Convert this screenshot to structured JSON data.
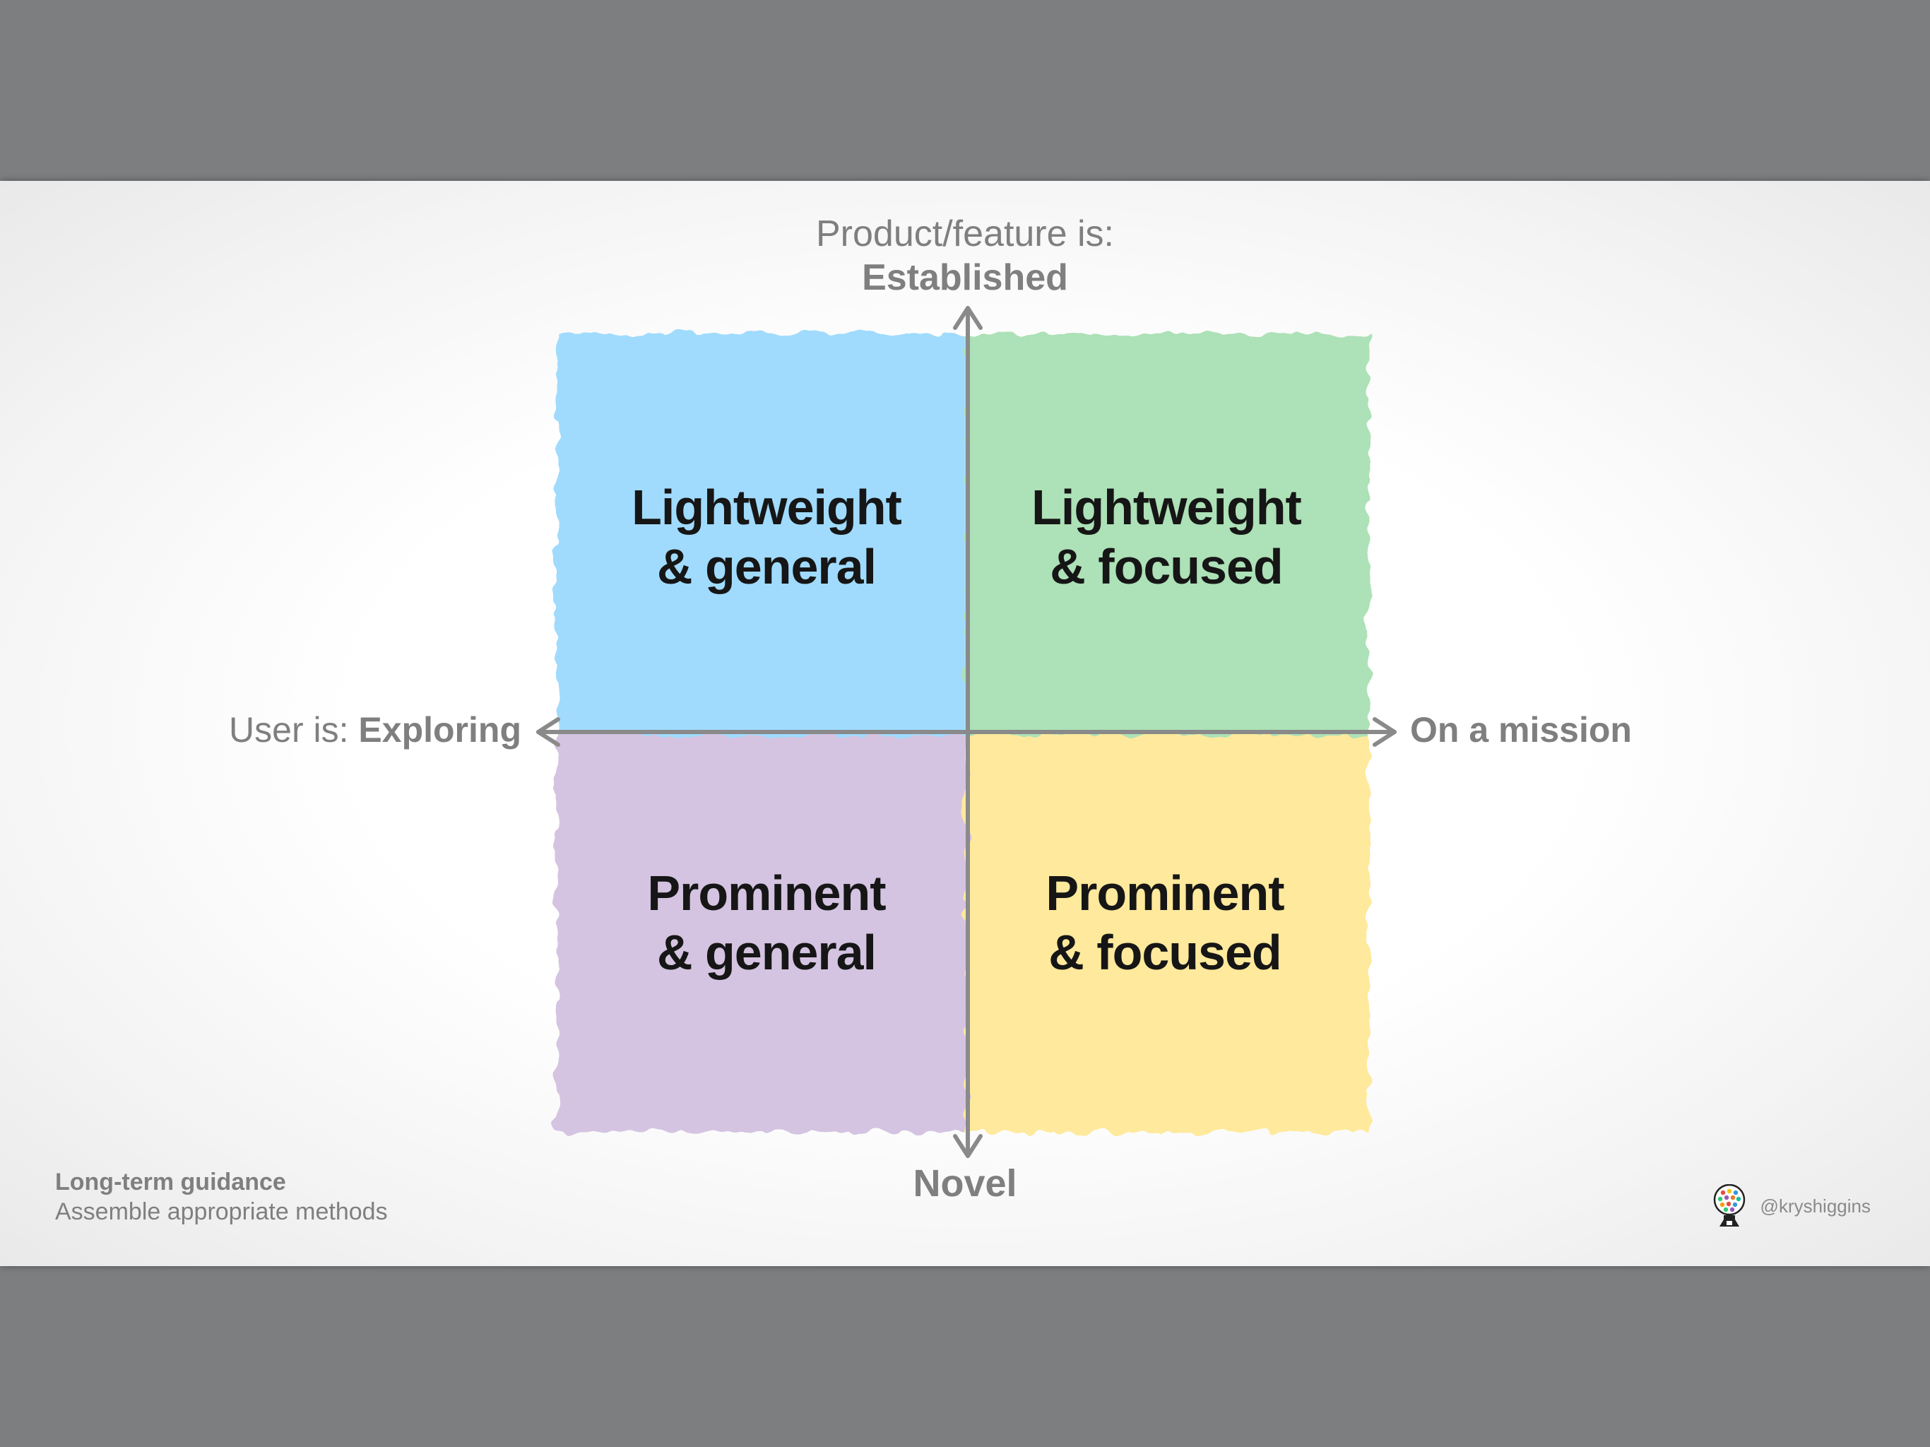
{
  "quadrants": {
    "top_left": {
      "line1": "Lightweight",
      "line2": "& general",
      "color": "#a0dbfd"
    },
    "top_right": {
      "line1": "Lightweight",
      "line2": "& focused",
      "color": "#ade1b7"
    },
    "bottom_left": {
      "line1": "Prominent",
      "line2": "& general",
      "color": "#d4c4e1"
    },
    "bottom_right": {
      "line1": "Prominent",
      "line2": "& focused",
      "color": "#ffe99c"
    }
  },
  "axes": {
    "top_prefix": "Product/feature is:",
    "top_value": "Established",
    "bottom_value": "Novel",
    "left_prefix": "User is:",
    "left_value": "Exploring",
    "right_value": "On a mission",
    "axis_color": "#8a8a8a"
  },
  "footer": {
    "title": "Long-term guidance",
    "subtitle": "Assemble appropriate methods",
    "handle": "@kryshiggins"
  }
}
